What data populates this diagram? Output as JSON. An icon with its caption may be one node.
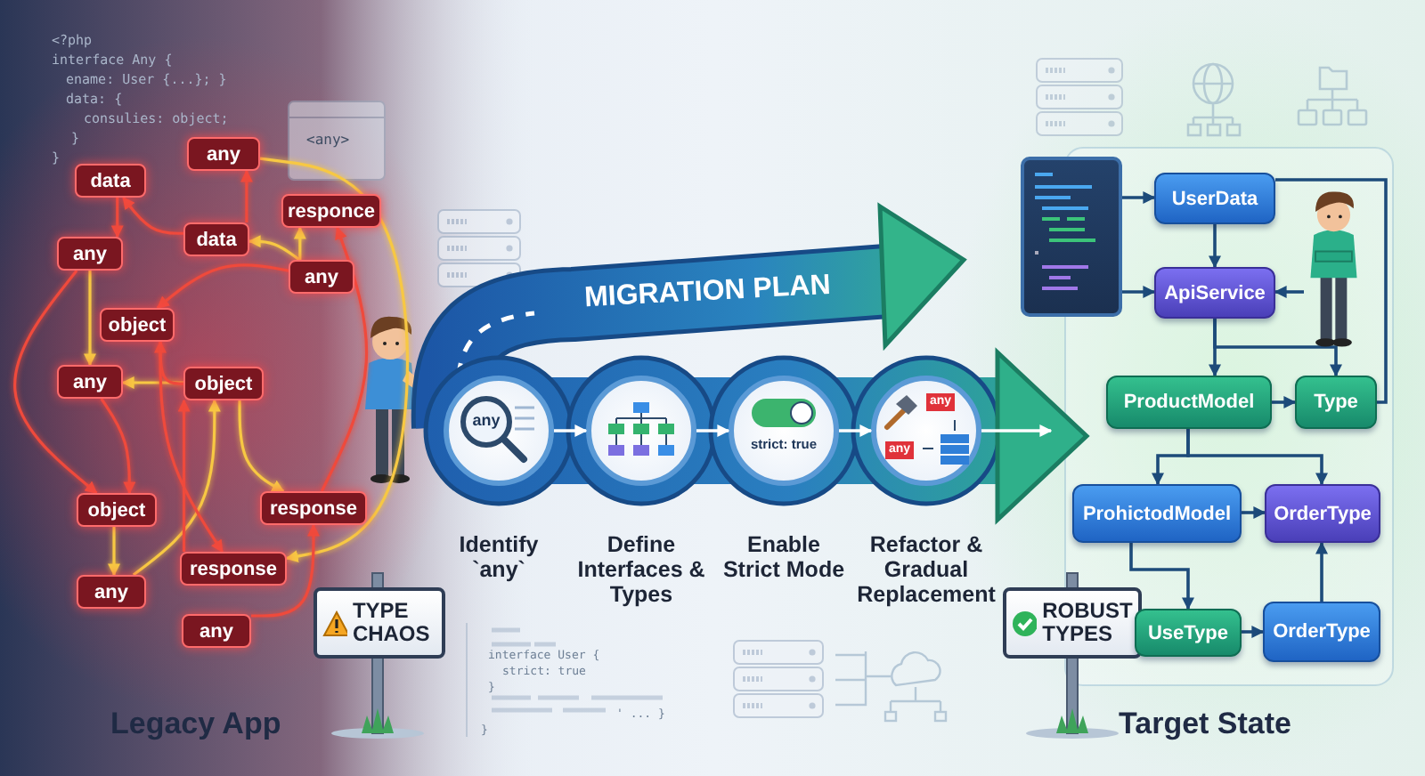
{
  "diagram": {
    "nodes": [
      {
        "text": [
          "any"
        ]
      },
      {
        "text": [
          "data"
        ]
      },
      {
        "text": [
          "responce"
        ]
      },
      {
        "text": [
          "data"
        ]
      },
      {
        "text": [
          "any"
        ]
      },
      {
        "text": [
          "any"
        ]
      },
      {
        "text": [
          "object"
        ]
      },
      {
        "text": [
          "any"
        ]
      },
      {
        "text": [
          "object"
        ]
      },
      {
        "text": [
          "object"
        ]
      },
      {
        "text": [
          "response"
        ]
      },
      {
        "text": [
          "any"
        ]
      },
      {
        "text": [
          "response"
        ]
      },
      {
        "text": [
          "any"
        ]
      },
      {
        "text": [
          "MIGRATION PLAN"
        ]
      },
      {
        "text": [
          "any",
          "Identify `any`"
        ]
      },
      {
        "text": [
          "Define Interfaces & Types"
        ]
      },
      {
        "text": [
          "strict: true",
          "Enable Strict Mode"
        ]
      },
      {
        "text": [
          "any",
          "any",
          "Refactor & Gradual Replacement"
        ]
      },
      {
        "text": [
          "TYPE CHAOS"
        ]
      },
      {
        "text": [
          "ROBUST TYPES"
        ]
      },
      {
        "text": [],
        "shape": "picture"
      },
      {
        "text": [],
        "shape": "person"
      },
      {
        "text": [
          "UserData"
        ]
      },
      {
        "text": [
          "ApiService"
        ]
      },
      {
        "text": [
          "ProductModel"
        ]
      },
      {
        "text": [
          "Type"
        ]
      },
      {
        "text": [
          "ProhictodModel"
        ]
      },
      {
        "text": [
          "OrderType"
        ]
      },
      {
        "text": [
          "UseType"
        ]
      },
      {
        "text": [
          "OrderType"
        ]
      }
    ],
    "edges": [
      {
        "from": 4,
        "to": 7,
        "arrow": "to",
        "color": "#f7c843"
      },
      {
        "from": 8,
        "to": 7,
        "arrow": "to",
        "color": "#f7c843"
      },
      {
        "from": 9,
        "to": 11,
        "arrow": "to",
        "color": "#f7c843"
      },
      {
        "from": 5,
        "to": 3,
        "arrow": "to",
        "color": "#f7c843"
      },
      {
        "from": 5,
        "to": 2,
        "arrow": "to",
        "color": "#f7c843"
      },
      {
        "from": 8,
        "to": 10,
        "arrow": "to",
        "color": "#f7c843"
      },
      {
        "from": 0,
        "to": 12,
        "arrow": "to",
        "color": "#f7c843"
      },
      {
        "from": 11,
        "to": 8,
        "arrow": "to",
        "color": "#f7c843"
      },
      {
        "from": 3,
        "to": 1,
        "arrow": "to",
        "color": "#ef4a3c"
      },
      {
        "from": 3,
        "to": 0,
        "arrow": "to",
        "color": "#ef4a3c"
      },
      {
        "from": 8,
        "to": 6,
        "arrow": "to",
        "color": "#ef4a3c"
      },
      {
        "from": 5,
        "to": 6,
        "arrow": "to",
        "color": "#ef4a3c"
      },
      {
        "from": 13,
        "to": 10,
        "arrow": "to",
        "color": "#ef4a3c"
      },
      {
        "from": 4,
        "to": 9,
        "arrow": "to",
        "color": "#ef4a3c"
      },
      {
        "from": 7,
        "to": 9,
        "arrow": "to",
        "color": "#ef4a3c"
      },
      {
        "from": 12,
        "to": 8,
        "arrow": "to",
        "color": "#ef4a3c"
      },
      {
        "from": 1,
        "to": 4,
        "arrow": "to",
        "color": "#ef4a3c"
      },
      {
        "from": 6,
        "to": 12,
        "arrow": "to",
        "color": "#ef4a3c"
      },
      {
        "from": 10,
        "to": 2,
        "arrow": "to",
        "color": "#ef4a3c"
      },
      {
        "from": 15,
        "to": 16,
        "arrow": "to",
        "color": "#ffffff"
      },
      {
        "from": 16,
        "to": 17,
        "arrow": "to",
        "color": "#ffffff"
      },
      {
        "from": 17,
        "to": 18,
        "arrow": "to",
        "color": "#ffffff"
      },
      {
        "from": 18,
        "to": null,
        "arrow": "to",
        "color": "#ffffff"
      },
      {
        "from": 21,
        "to": 23,
        "arrow": "to"
      },
      {
        "from": 21,
        "to": 24,
        "arrow": "to"
      },
      {
        "from": 23,
        "to": 24,
        "arrow": "to"
      },
      {
        "from": 22,
        "to": 24,
        "arrow": "to"
      },
      {
        "from": 24,
        "to": 25,
        "arrow": "to"
      },
      {
        "from": 24,
        "to": 26,
        "arrow": "to"
      },
      {
        "from": 25,
        "to": 26,
        "arrow": "to"
      },
      {
        "from": 26,
        "to": 23,
        "arrow": "none"
      },
      {
        "from": 25,
        "to": 27,
        "arrow": "to"
      },
      {
        "from": 25,
        "to": 28,
        "arrow": "to"
      },
      {
        "from": 27,
        "to": 28,
        "arrow": "to"
      },
      {
        "from": 27,
        "to": 29,
        "arrow": "to"
      },
      {
        "from": 29,
        "to": 30,
        "arrow": "to"
      },
      {
        "from": 30,
        "to": 28,
        "arrow": "to"
      }
    ],
    "labels": [
      "<?php",
      "interface Any {",
      "ename: User {...}; }",
      "data: {",
      "consulies: object;",
      "}",
      "}",
      "<any>",
      "interface User {",
      "strict: true",
      "}",
      "' ... }",
      "}",
      "Legacy App",
      "Target State"
    ]
  }
}
